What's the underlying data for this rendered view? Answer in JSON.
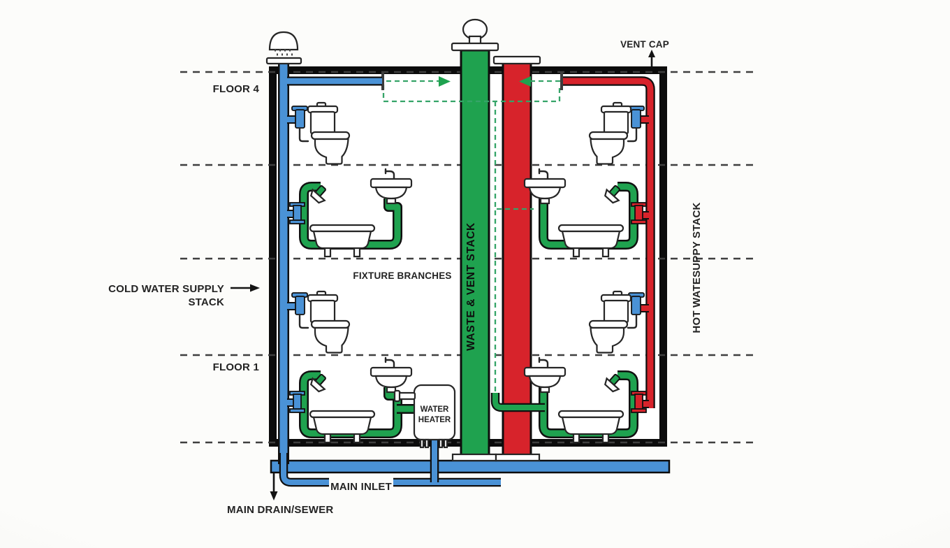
{
  "labels": {
    "floor_4": "FLOOR 4",
    "floor_1": "FLOOR 1",
    "cold_stack_line1": "COLD WATER SUPPLY",
    "cold_stack_line2": "STACK",
    "hot_stack": "HOT WATESUPPY STACK",
    "waste_stack": "WASTE & VENT STACK",
    "vent_cap": "VENT CAP",
    "fixture_branches": "FIXTURE BRANCHES",
    "water_heater_line1": "WATER",
    "water_heater_line2": "HEATER",
    "main_inlet": "MAIN INLET",
    "main_drain": "MAIN DRAIN/SEWER"
  },
  "icons": {
    "vent_cap_arrow": "up-arrow",
    "drain_arrow": "down-arrow",
    "cold_stack_pointer": "right-arrow",
    "flow_arrow_right": "right-triangle",
    "flow_arrow_left": "left-triangle",
    "roof_shower": "shower-head-with-spray",
    "stack_vent_cap": "mushroom-vent-cap"
  },
  "colors": {
    "cold": "#4a92d6",
    "hot": "#d7232b",
    "waste": "#1fa24f",
    "vent_dash": "#35a468",
    "ink": "#101010",
    "floor_dash": "#3f3f3f",
    "label": "#232323",
    "paper": "#f6f6f3",
    "fixture_fill": "#ffffff"
  }
}
